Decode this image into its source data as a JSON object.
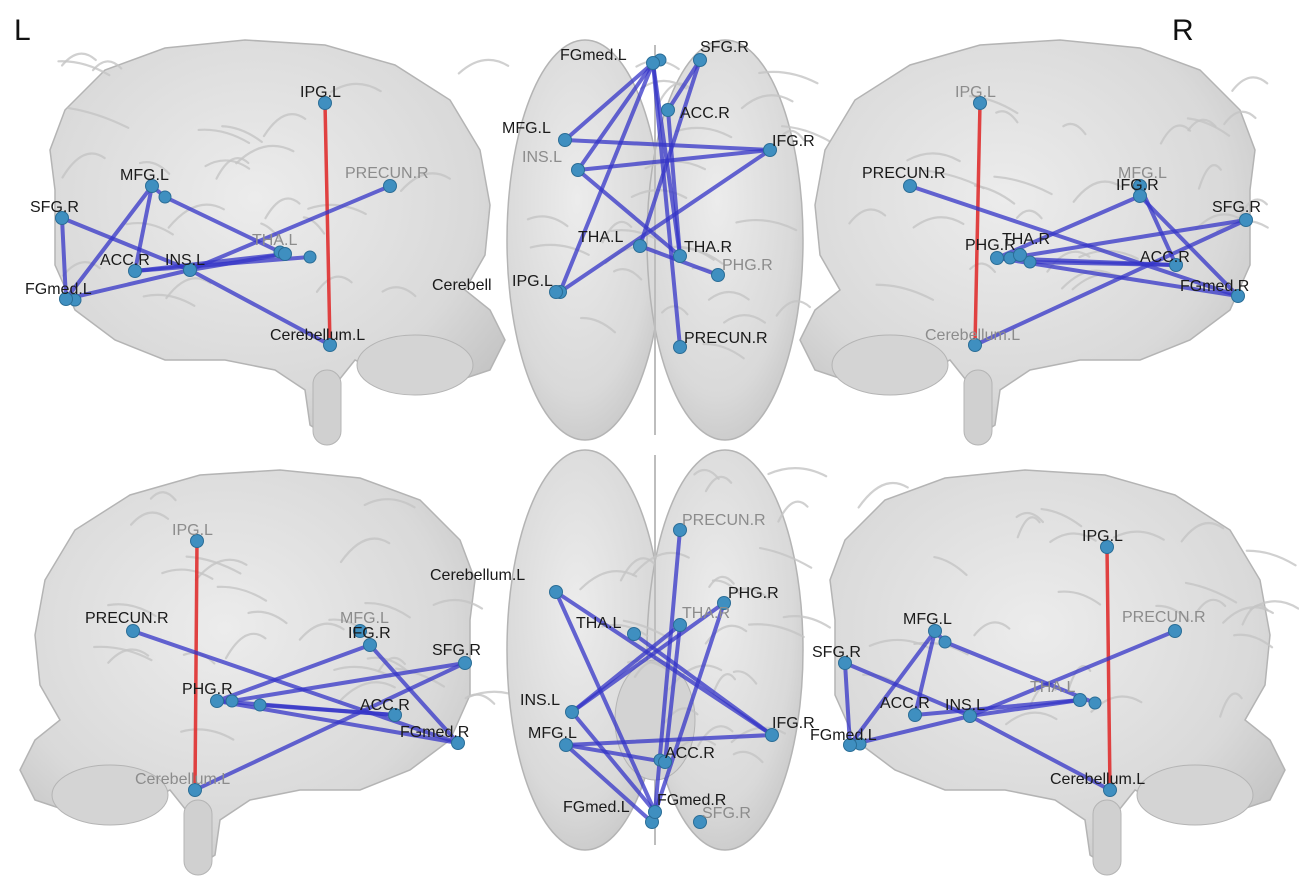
{
  "corner_labels": {
    "left": "L",
    "right": "R"
  },
  "colors": {
    "brain_fill": "#d9d9d9",
    "brain_stroke": "#b4b4b4",
    "edge_blue": "#3535c8",
    "edge_red": "#e03030",
    "node": "#3f8fc0",
    "label_dark": "#1a1a1a",
    "label_faint": "#8c8c8c"
  },
  "views": [
    {
      "id": "left-lateral-top",
      "labels": [
        {
          "text": "IPG.L",
          "faint": false
        },
        {
          "text": "MFG.L",
          "faint": false
        },
        {
          "text": "PRECUN.R",
          "faint": true
        },
        {
          "text": "SFG.R",
          "faint": false
        },
        {
          "text": "ACC.R",
          "faint": false
        },
        {
          "text": "INS.L",
          "faint": false
        },
        {
          "text": "THA.L",
          "faint": true
        },
        {
          "text": "FGmed.L",
          "faint": false
        },
        {
          "text": "Cerebellum.L",
          "faint": false
        }
      ]
    },
    {
      "id": "dorsal-top",
      "labels": [
        {
          "text": "FGmed.L",
          "faint": false
        },
        {
          "text": "SFG.R",
          "faint": false
        },
        {
          "text": "MFG.L",
          "faint": false
        },
        {
          "text": "ACC.R",
          "faint": false
        },
        {
          "text": "IFG.R",
          "faint": false
        },
        {
          "text": "INS.L",
          "faint": true
        },
        {
          "text": "THA.L",
          "faint": false
        },
        {
          "text": "THA.R",
          "faint": false
        },
        {
          "text": "PHG.R",
          "faint": true
        },
        {
          "text": "IPG.L",
          "faint": false
        },
        {
          "text": "Cerebell",
          "faint": false
        },
        {
          "text": "PRECUN.R",
          "faint": false
        }
      ]
    },
    {
      "id": "right-lateral-top",
      "labels": [
        {
          "text": "IPG.L",
          "faint": true
        },
        {
          "text": "PRECUN.R",
          "faint": false
        },
        {
          "text": "MFG.L",
          "faint": true
        },
        {
          "text": "IFG.R",
          "faint": false
        },
        {
          "text": "SFG.R",
          "faint": false
        },
        {
          "text": "PHG.R",
          "faint": false
        },
        {
          "text": "THA.R",
          "faint": false
        },
        {
          "text": "ACC.R",
          "faint": false
        },
        {
          "text": "FGmed.R",
          "faint": false
        },
        {
          "text": "Cerebellum.L",
          "faint": true
        }
      ]
    },
    {
      "id": "right-medial-bottom",
      "labels": [
        {
          "text": "IPG.L",
          "faint": true
        },
        {
          "text": "PRECUN.R",
          "faint": false
        },
        {
          "text": "MFG.L",
          "faint": true
        },
        {
          "text": "IFG.R",
          "faint": false
        },
        {
          "text": "SFG.R",
          "faint": false
        },
        {
          "text": "PHG.R",
          "faint": false
        },
        {
          "text": "ACC.R",
          "faint": false
        },
        {
          "text": "FGmed.R",
          "faint": false
        },
        {
          "text": "Cerebellum.L",
          "faint": true
        }
      ]
    },
    {
      "id": "ventral-bottom",
      "labels": [
        {
          "text": "PRECUN.R",
          "faint": true
        },
        {
          "text": "Cerebellum.L",
          "faint": false
        },
        {
          "text": "PHG.R",
          "faint": false
        },
        {
          "text": "THA.L",
          "faint": false
        },
        {
          "text": "THA.R",
          "faint": true
        },
        {
          "text": "INS.L",
          "faint": false
        },
        {
          "text": "IFG.R",
          "faint": false
        },
        {
          "text": "MFG.L",
          "faint": false
        },
        {
          "text": "ACC.R",
          "faint": false
        },
        {
          "text": "FGmed.L",
          "faint": false
        },
        {
          "text": "FGmed.R",
          "faint": false
        },
        {
          "text": "SFG.R",
          "faint": true
        }
      ]
    },
    {
      "id": "left-medial-bottom",
      "labels": [
        {
          "text": "IPG.L",
          "faint": false
        },
        {
          "text": "MFG.L",
          "faint": false
        },
        {
          "text": "PRECUN.R",
          "faint": true
        },
        {
          "text": "SFG.R",
          "faint": false
        },
        {
          "text": "ACC.R",
          "faint": false
        },
        {
          "text": "INS.L",
          "faint": false
        },
        {
          "text": "THA.L",
          "faint": true
        },
        {
          "text": "FGmed.L",
          "faint": false
        },
        {
          "text": "Cerebellum.L",
          "faint": false
        }
      ]
    }
  ]
}
